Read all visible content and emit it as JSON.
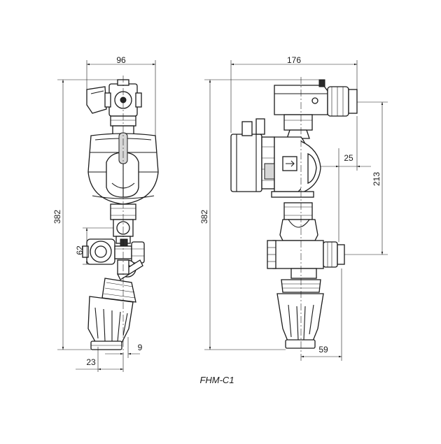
{
  "caption": "FHM-C1",
  "dimensions": {
    "front_width": "96",
    "front_height": "382",
    "front_62": "62",
    "front_23": "23",
    "front_9": "9",
    "side_width": "176",
    "side_height": "382",
    "side_213": "213",
    "side_25": "25",
    "side_59": "59"
  }
}
